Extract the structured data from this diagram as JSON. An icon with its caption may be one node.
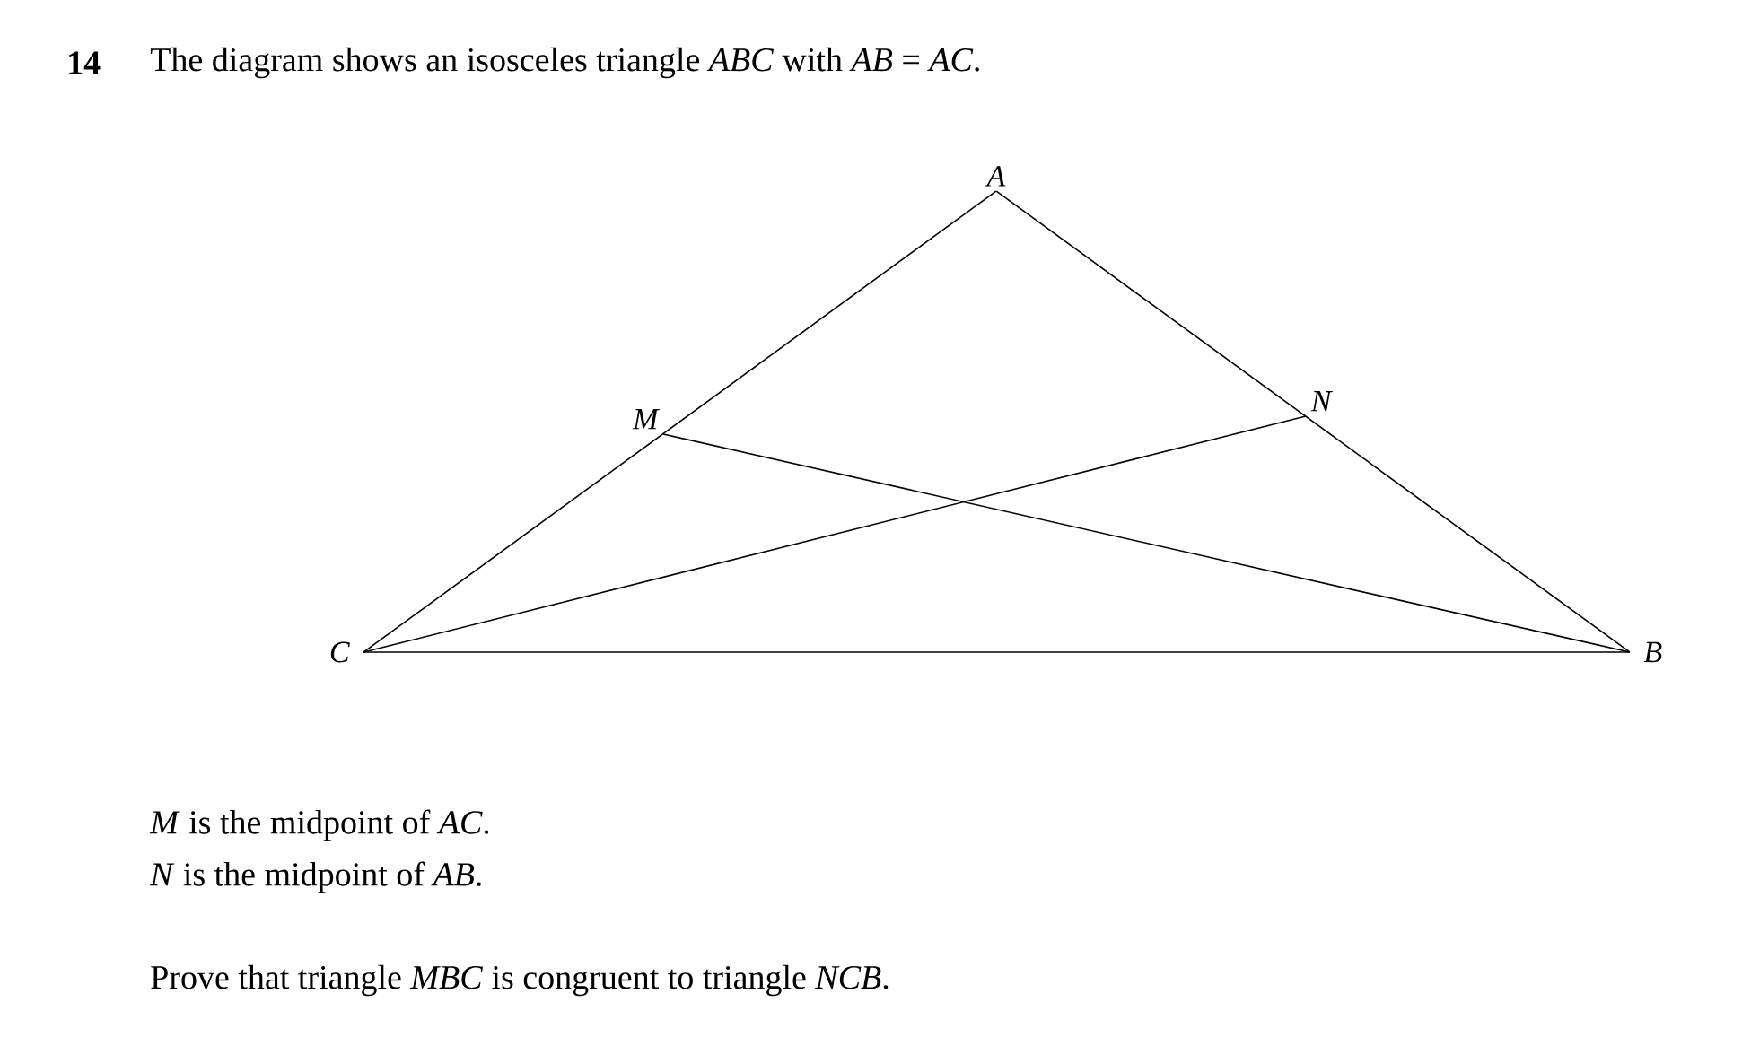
{
  "diagram": {
    "nodes": [
      {
        "text": [
          "A"
        ]
      },
      {
        "text": [
          "M"
        ]
      },
      {
        "text": [
          "N"
        ]
      },
      {
        "text": [
          "C"
        ]
      },
      {
        "text": [
          "B"
        ]
      }
    ],
    "edges": [
      {
        "from": 0,
        "to": 3,
        "arrow": "none"
      },
      {
        "from": 0,
        "to": 4,
        "arrow": "none"
      },
      {
        "from": 3,
        "to": 4,
        "arrow": "none"
      },
      {
        "from": 1,
        "to": 4,
        "arrow": "none"
      },
      {
        "from": 2,
        "to": 3,
        "arrow": "none"
      }
    ],
    "labels": [
      "14",
      "The diagram shows an isosceles triangle *ABC* with *AB* = *AC*.",
      "*M* is the midpoint of *AC*.",
      "*N* is the midpoint of *AB*.",
      "Prove that triangle *MBC* is congruent to triangle *NCB*."
    ]
  }
}
